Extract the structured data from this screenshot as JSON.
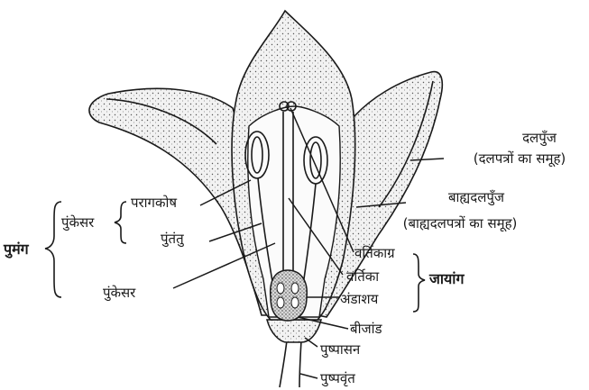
{
  "labels": {
    "petals_group": "दलपुँज",
    "petals_group_note": "(दलपत्रों का समूह)",
    "sepals_group": "बाह्यदलपुँज",
    "sepals_group_note": "(बाह्यदलपत्रों का समूह)",
    "androecium": "पुमंग",
    "stamen_upper": "पुंकेसर",
    "anther": "परागकोष",
    "filament": "पुंतंतु",
    "stamen_lower": "पुंकेसर",
    "stigma": "वर्तिकाग्र",
    "style": "वर्तिका",
    "ovary": "अंडाशय",
    "gynoecium": "जायांग",
    "ovule": "बीजांड",
    "thalamus": "पुष्पासन",
    "pedicel": "पुष्पवृंत"
  }
}
